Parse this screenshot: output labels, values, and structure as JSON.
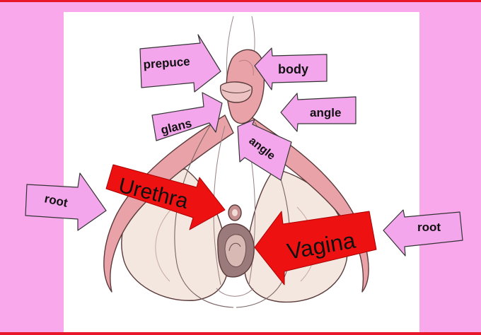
{
  "labels": {
    "prepuce": "prepuce",
    "body": "body",
    "glans": "glans",
    "angle_right": "angle",
    "angle_center": "angle",
    "root_left": "root",
    "root_right": "root",
    "urethra": "Urethra",
    "vagina": "Vagina"
  },
  "colors": {
    "background": "#f9a9eb",
    "border": "#e8182a",
    "label_arrow_fill": "#f4a6ec",
    "big_arrow_fill": "#ee1111",
    "tissue_pink": "#e9a3a8",
    "bulb_cream": "#f3e7e0"
  }
}
